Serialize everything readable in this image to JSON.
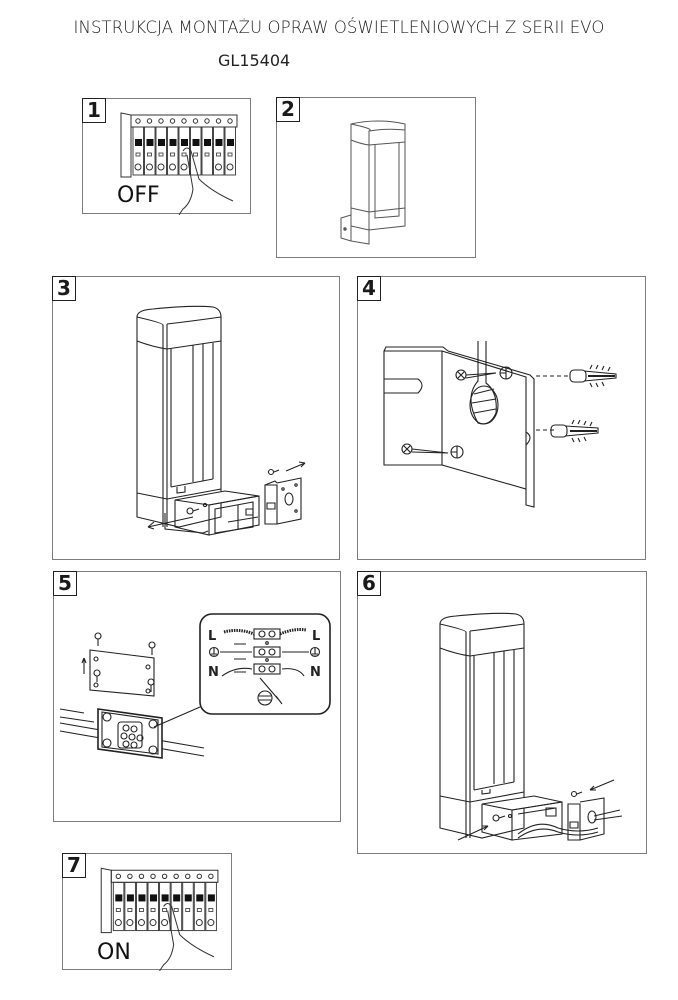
{
  "document": {
    "title": "INSTRUKCJA MONTAŻU OPRAW OŚWIETLENIOWYCH Z SERII EVO",
    "model": "GL15404"
  },
  "steps": [
    {
      "number": "1",
      "caption": "OFF",
      "illustration": "breaker-switch-off"
    },
    {
      "number": "2",
      "illustration": "lamp-assembled"
    },
    {
      "number": "3",
      "illustration": "remove-mounting-bracket"
    },
    {
      "number": "4",
      "illustration": "fix-bracket-to-wall"
    },
    {
      "number": "5",
      "illustration": "wiring-connection",
      "wiring_labels": {
        "live": "L",
        "neutral": "N",
        "earth_symbol": "⏚"
      }
    },
    {
      "number": "6",
      "illustration": "attach-lamp-to-bracket"
    },
    {
      "number": "7",
      "caption": "ON",
      "illustration": "breaker-switch-on"
    }
  ],
  "colors": {
    "line": "#222222",
    "border": "#7d7d7d",
    "background": "#ffffff"
  }
}
